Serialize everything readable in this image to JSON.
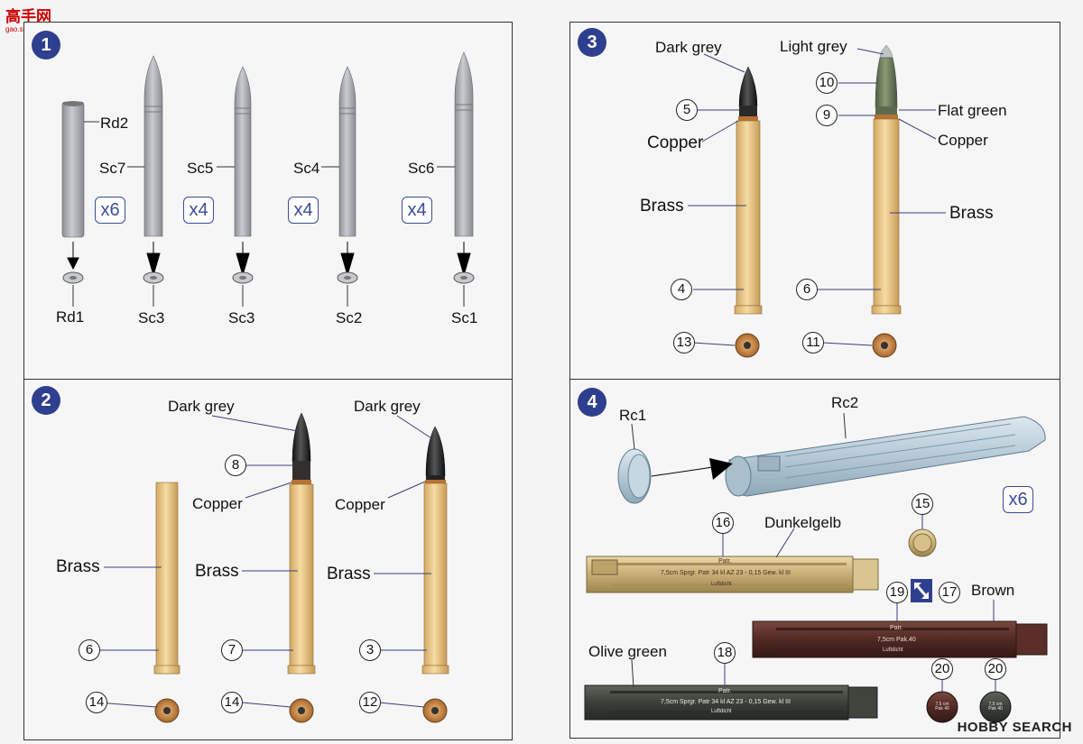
{
  "watermark_top": {
    "main": "高手网",
    "sub": "gao.shou.com"
  },
  "watermark_bottom": "HOBBY SEARCH",
  "step1": {
    "number": "1",
    "labels": {
      "rd2": "Rd2",
      "sc7": "Sc7",
      "sc5": "Sc5",
      "sc4": "Sc4",
      "sc6": "Sc6",
      "rd1": "Rd1",
      "sc3a": "Sc3",
      "sc3b": "Sc3",
      "sc2": "Sc2",
      "sc1": "Sc1"
    },
    "multipliers": [
      "x6",
      "x4",
      "x4",
      "x4"
    ]
  },
  "step2": {
    "number": "2",
    "labels": {
      "dark_grey_a": "Dark grey",
      "dark_grey_b": "Dark grey",
      "copper_a": "Copper",
      "copper_b": "Copper",
      "brass_a": "Brass",
      "brass_b": "Brass",
      "brass_c": "Brass"
    },
    "parts": [
      "8",
      "6",
      "7",
      "3",
      "14",
      "14",
      "12"
    ]
  },
  "step3": {
    "number": "3",
    "labels": {
      "dark_grey": "Dark grey",
      "light_grey": "Light grey",
      "copper_a": "Copper",
      "copper_b": "Copper",
      "flat_green": "Flat green",
      "brass_a": "Brass",
      "brass_b": "Brass"
    },
    "parts": [
      "5",
      "10",
      "9",
      "4",
      "6",
      "13",
      "11"
    ]
  },
  "step4": {
    "number": "4",
    "labels": {
      "rc1": "Rc1",
      "rc2": "Rc2",
      "dunkelgelb": "Dunkelgelb",
      "brown": "Brown",
      "olive_green": "Olive green"
    },
    "multiplier": "x6",
    "parts": [
      "16",
      "15",
      "19",
      "17",
      "18",
      "20",
      "20"
    ],
    "container_text": {
      "yellow_top": "Patr.",
      "yellow_main": "7,5cm  Sprgr. Patr 34 kl AZ 23 - 0,15 Gew. kl III",
      "yellow_bottom": "Luftdicht",
      "brown_top": "Patr.",
      "brown_main": "7,5cm Pak.40",
      "brown_bottom": "Luftdicht",
      "olive_top": "Patr.",
      "olive_main": "7,5cm  Sprgr. Patr 34 kl AZ 23 - 0,15 Gew. kl III",
      "olive_bottom": "Luftdicht",
      "cap_a": "7,5 cm Pak 40",
      "cap_b": "7,5 cm Pak 40"
    }
  },
  "colors": {
    "step_badge": "#2f3f8f",
    "brass": "#e6c27e",
    "copper": "#b87333",
    "dark_grey": "#1e1e1e",
    "grey_part": "#a9abb1",
    "flat_green": "#6e7f5c",
    "dunkelgelb": "#c9b27c",
    "brown": "#5a2f2a",
    "olive_green": "#3f443c",
    "light_blue": "#b8cdd9"
  }
}
